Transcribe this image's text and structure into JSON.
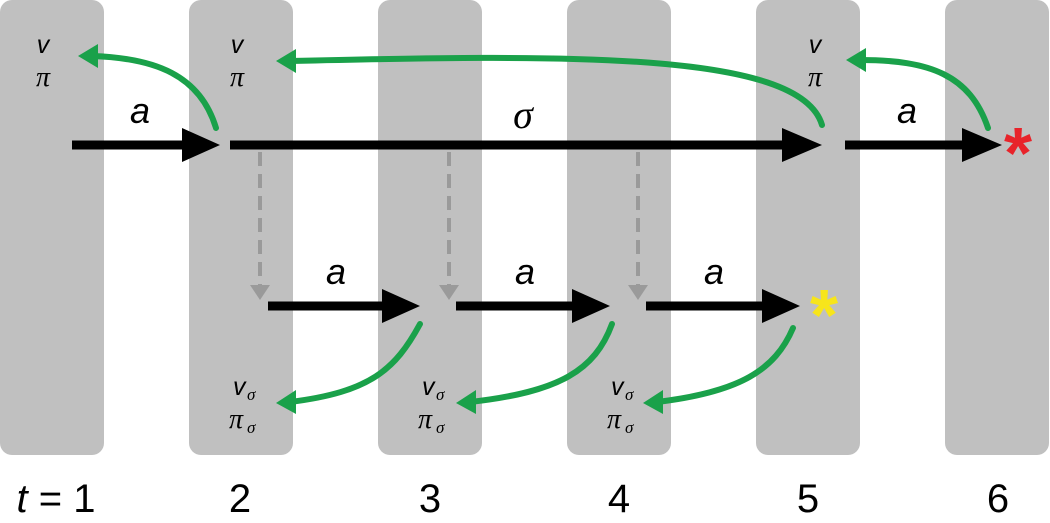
{
  "diagram": {
    "colors": {
      "column": "#c0c0c0",
      "arrow": "#000000",
      "feedback": "#1aa14a",
      "dashed": "#9a9a9a",
      "star_terminal": "#e8232a",
      "star_subgoal": "#f7e51b"
    },
    "time_axis": {
      "prefix": "t",
      "equals": " = ",
      "labels": [
        "1",
        "2",
        "3",
        "4",
        "5",
        "6"
      ]
    },
    "top_labels": {
      "action": "a",
      "option": "σ",
      "value": "v",
      "policy": "π"
    },
    "bottom_labels": {
      "action": "a",
      "value": "v",
      "policy": "π",
      "subscript": "σ"
    },
    "stars": {
      "terminal": "*",
      "subgoal": "*"
    }
  }
}
